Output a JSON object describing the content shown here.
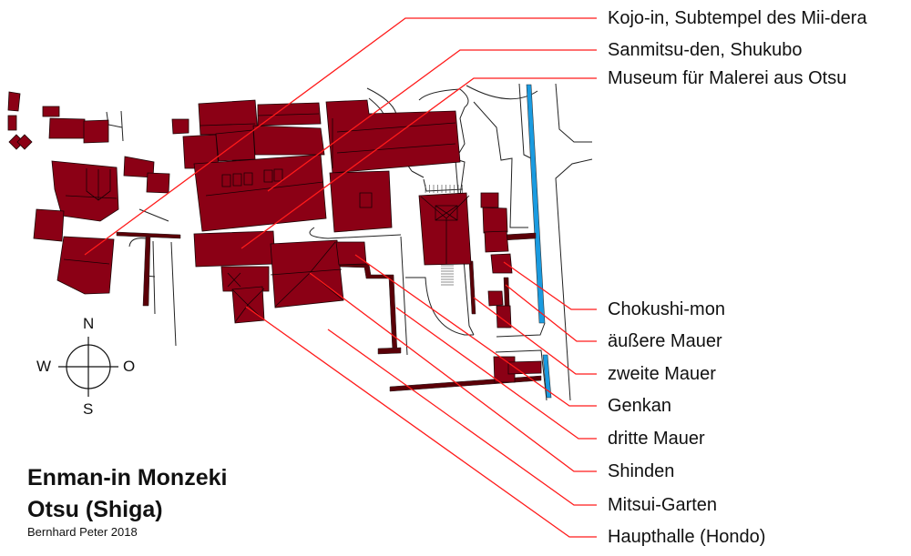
{
  "title": {
    "line1": "Enman-in Monzeki",
    "line2": "Otsu (Shiga)",
    "credit": "Bernhard Peter 2018"
  },
  "compass": {
    "n": "N",
    "s": "S",
    "w": "W",
    "o": "O"
  },
  "labels": [
    "Kojo-in, Subtempel des Mii-dera",
    "Sanmitsu-den, Shukubo",
    "Museum für Malerei aus Otsu",
    "Chokushi-mon",
    "äußere Mauer",
    "zweite Mauer",
    "Genkan",
    "dritte Mauer",
    "Shinden",
    "Mitsui-Garten",
    "Haupthalle (Hondo)"
  ],
  "colors": {
    "building": "#8b0015",
    "wall": "#5a0008",
    "leader": "#ff1a1a",
    "water": "#1a9be0"
  }
}
